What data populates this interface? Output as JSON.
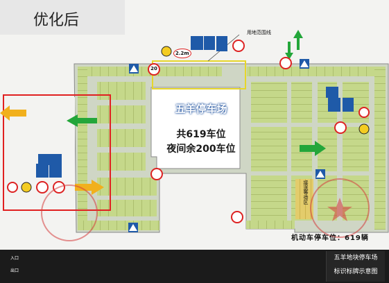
{
  "header": {
    "title": "优化后"
  },
  "lot": {
    "name": "五羊停车场",
    "total_spaces": "共619车位",
    "night_spaces": "夜间余200车位",
    "boundary_label": "用地范围线",
    "queue_zone_label": "接送等待区"
  },
  "speed_limit": "20",
  "height_limit": "2.2m",
  "entrance_label": "入口",
  "exit_label": "出口",
  "capacity_note": "机动车停车位：619辆",
  "legend": {
    "title_line1": "五羊地块停车场",
    "title_line2": "标识标牌示意图",
    "items": [
      {
        "icon": "entrance-exit-sign-icon"
      },
      {
        "icon": "speed-limit-icon"
      },
      {
        "icon": "parking-sign-icon"
      },
      {
        "icon": "pedestrian-crossing-icon"
      },
      {
        "icon": "speed-bump-icon"
      },
      {
        "icon": "direction-arrow-icon"
      },
      {
        "icon": "warning-sign-icon"
      },
      {
        "icon": "camera-icon"
      },
      {
        "icon": "no-parking-icon"
      }
    ]
  },
  "colors": {
    "road": "#cfd6c5",
    "parking_row": "#c5d88a",
    "parking_stripe": "#a9bf62",
    "building": "#ffffff",
    "legend_bg": "#1b1b1b",
    "highlight_box": "#e02020",
    "boundary_box": "#e6d62b",
    "arrow_green": "#23a63a",
    "arrow_yellow": "#f1b01d",
    "sign_blue": "#1f5aa8"
  }
}
